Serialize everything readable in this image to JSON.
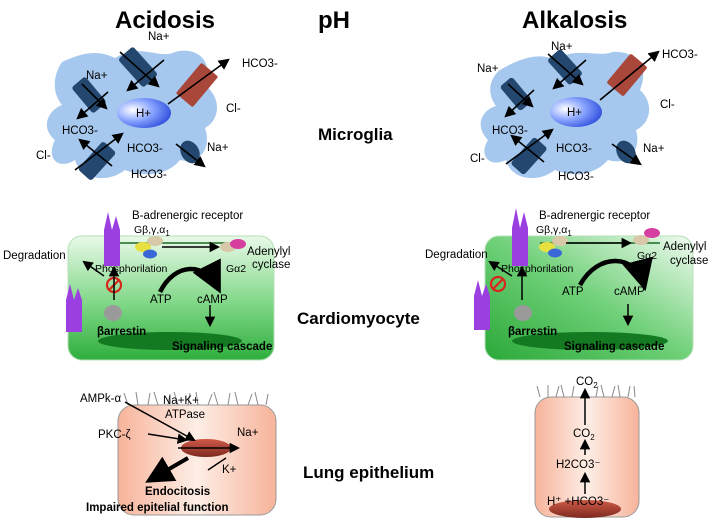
{
  "headers": {
    "left": "Acidosis",
    "center": "pH",
    "right": "Alkalosis"
  },
  "sections": {
    "microglia": "Microglia",
    "cardiomyocyte": "Cardiomyocyte",
    "lung": "Lung epithelium"
  },
  "microglia": {
    "h_plus": "H+",
    "na": "Na+",
    "hco3": "HCO3-",
    "cl": "Cl-"
  },
  "cardio": {
    "receptor": "B-adrenergic receptor",
    "g_subunits": "Gβ,γ,α",
    "g_subunits_sub": "1",
    "adenylyl": "Adenylyl",
    "cyclase": "cyclase",
    "galpha2": "Gα2",
    "degradation": "Degradation",
    "phosphorylation": "Phosphorilation",
    "atp": "ATP",
    "camp": "cAMP",
    "barrestin": "βarrestin",
    "signaling": "Signaling cascade"
  },
  "lung_left": {
    "ampk": "AMPk-α",
    "nak": "Na+K+",
    "atpase": "ATPase",
    "pkc": "PKC-ζ",
    "na": "Na+",
    "k": "K+",
    "endocitosis": "Endocitosis",
    "impaired": "Impaired epitelial function"
  },
  "lung_right": {
    "co2": "CO",
    "co2_sub": "2",
    "h2co3": "H2CO3⁻",
    "bottom": "H⁺ +HCO3⁻"
  },
  "colors": {
    "cell_blue": "#a6c8ee",
    "transporter_dark": "#23476e",
    "transporter_red": "#a9473a",
    "cardio_green": "#3dbb4e",
    "lung_cell": "#f8b7a0",
    "purple": "#9b3fe0",
    "inhibit_red": "#d8261c"
  }
}
